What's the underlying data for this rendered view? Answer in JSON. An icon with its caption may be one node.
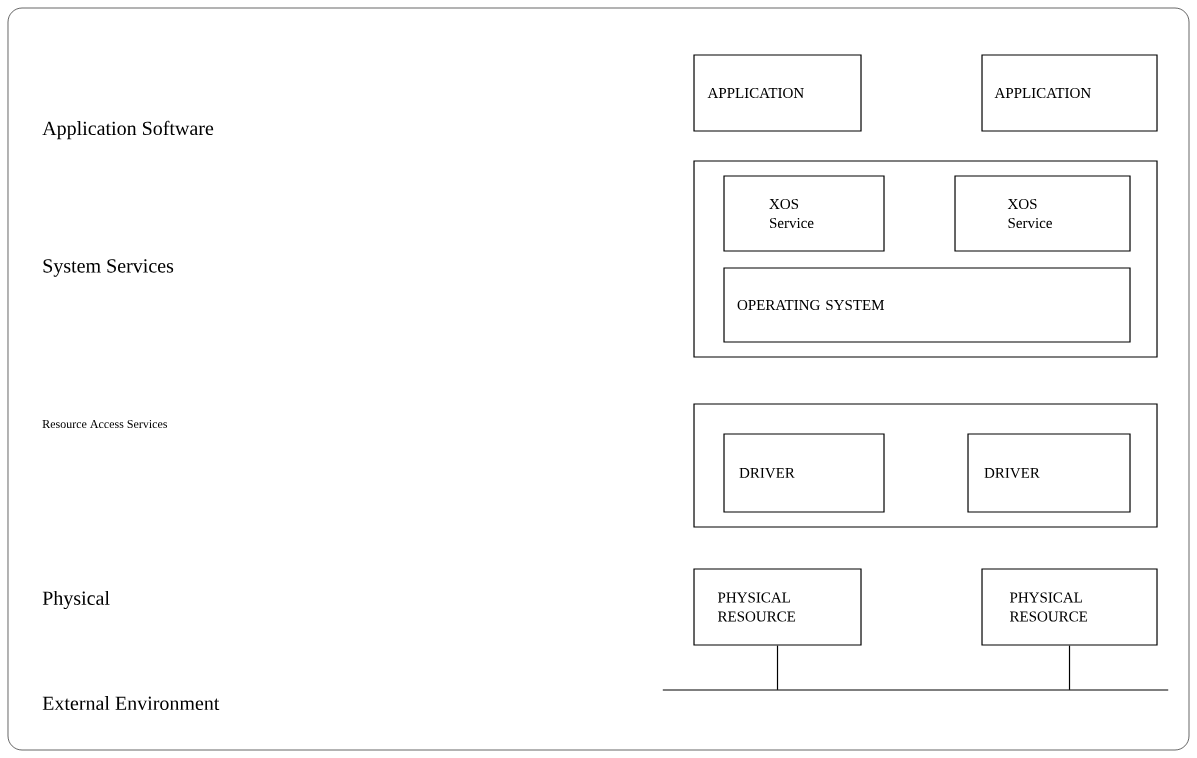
{
  "diagram": {
    "nodes": [
      {
        "text": [
          "APPLICATION"
        ]
      },
      {
        "text": [
          "APPLICATION"
        ]
      },
      {
        "text": [],
        "shape": "box"
      },
      {
        "text": [
          "XOS Service"
        ],
        "in": 2
      },
      {
        "text": [
          "XOS Service"
        ],
        "in": 2
      },
      {
        "text": [
          "OPERATING SYSTEM"
        ],
        "in": 2
      },
      {
        "text": [],
        "shape": "box"
      },
      {
        "text": [
          "DRIVER"
        ],
        "in": 6
      },
      {
        "text": [
          "DRIVER"
        ],
        "in": 6
      },
      {
        "text": [
          "PHYSICAL RESOURCE"
        ]
      },
      {
        "text": [
          "PHYSICAL RESOURCE"
        ]
      },
      {
        "text": [],
        "shape": "bar"
      }
    ],
    "edges": [
      {
        "from": 9,
        "to": 11,
        "arrow": "none"
      },
      {
        "from": 10,
        "to": 11,
        "arrow": "none"
      }
    ],
    "labels": [
      "Application Software",
      "System Services",
      "Resource Access Services",
      "Physical",
      "External Environment"
    ]
  }
}
